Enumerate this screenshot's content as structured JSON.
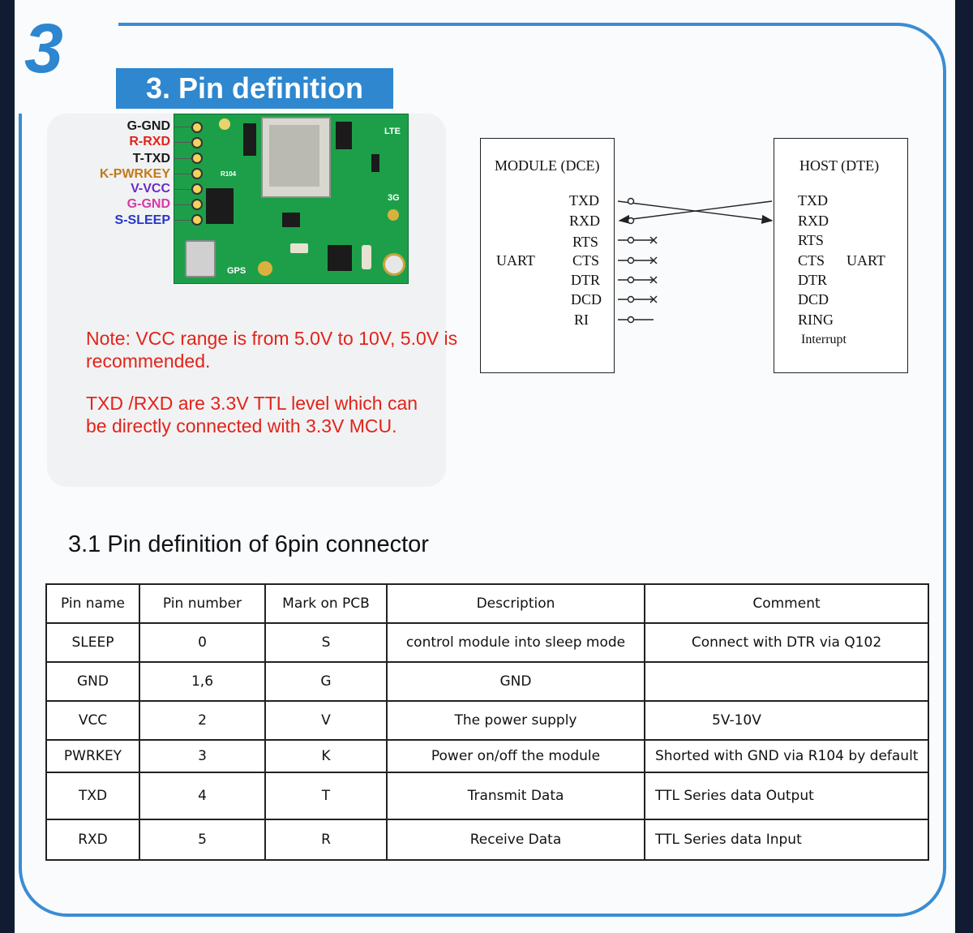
{
  "section": {
    "number": "3",
    "title": "3. Pin definition"
  },
  "board_pins": [
    {
      "label": "G-GND",
      "color": "#1a1a1a"
    },
    {
      "label": "R-RXD",
      "color": "#e2231a"
    },
    {
      "label": "T-TXD",
      "color": "#1a1a1a"
    },
    {
      "label": "K-PWRKEY",
      "color": "#c27a18"
    },
    {
      "label": "V-VCC",
      "color": "#6a2cc8"
    },
    {
      "label": "G-GND",
      "color": "#d63aa8"
    },
    {
      "label": "S-SLEEP",
      "color": "#2438c8"
    }
  ],
  "board_marks": {
    "lte": "LTE",
    "three_g": "3G",
    "gps": "GPS",
    "r104": "R104"
  },
  "notes": [
    "Note: VCC range is from 5.0V to 10V, 5.0V is recommended.",
    "TXD /RXD are 3.3V TTL level which can be directly connected with 3.3V MCU."
  ],
  "uart_diagram": {
    "module_title": "MODULE (DCE)",
    "host_title": "HOST (DTE)",
    "module_uart": "UART",
    "host_uart": "UART",
    "module_pins": [
      "TXD",
      "RXD",
      "RTS",
      "CTS",
      "DTR",
      "DCD",
      "RI"
    ],
    "host_pins": [
      "TXD",
      "RXD",
      "RTS",
      "CTS",
      "DTR",
      "DCD",
      "RING",
      "Interrupt"
    ]
  },
  "subsection_title": "3.1 Pin definition of 6pin connector",
  "table": {
    "headers": [
      "Pin name",
      "Pin number",
      "Mark on PCB",
      "Description",
      "Comment"
    ],
    "rows": [
      [
        "SLEEP",
        "0",
        "S",
        "control module into sleep mode",
        "Connect with DTR via Q102"
      ],
      [
        "GND",
        "1,6",
        "G",
        "GND",
        ""
      ],
      [
        "VCC",
        "2",
        "V",
        "The power supply",
        "5V-10V"
      ],
      [
        "PWRKEY",
        "3",
        "K",
        "Power on/off the module",
        "Shorted with GND via R104 by default"
      ],
      [
        "TXD",
        "4",
        "T",
        "Transmit Data",
        "TTL Series data Output"
      ],
      [
        "RXD",
        "5",
        "R",
        "Receive Data",
        "TTL Series data Input"
      ]
    ]
  },
  "colors": {
    "accent": "#2e87cf",
    "note_red": "#e2231a",
    "pcb_green": "#1d9f4a",
    "page_bg": "#111c33"
  }
}
